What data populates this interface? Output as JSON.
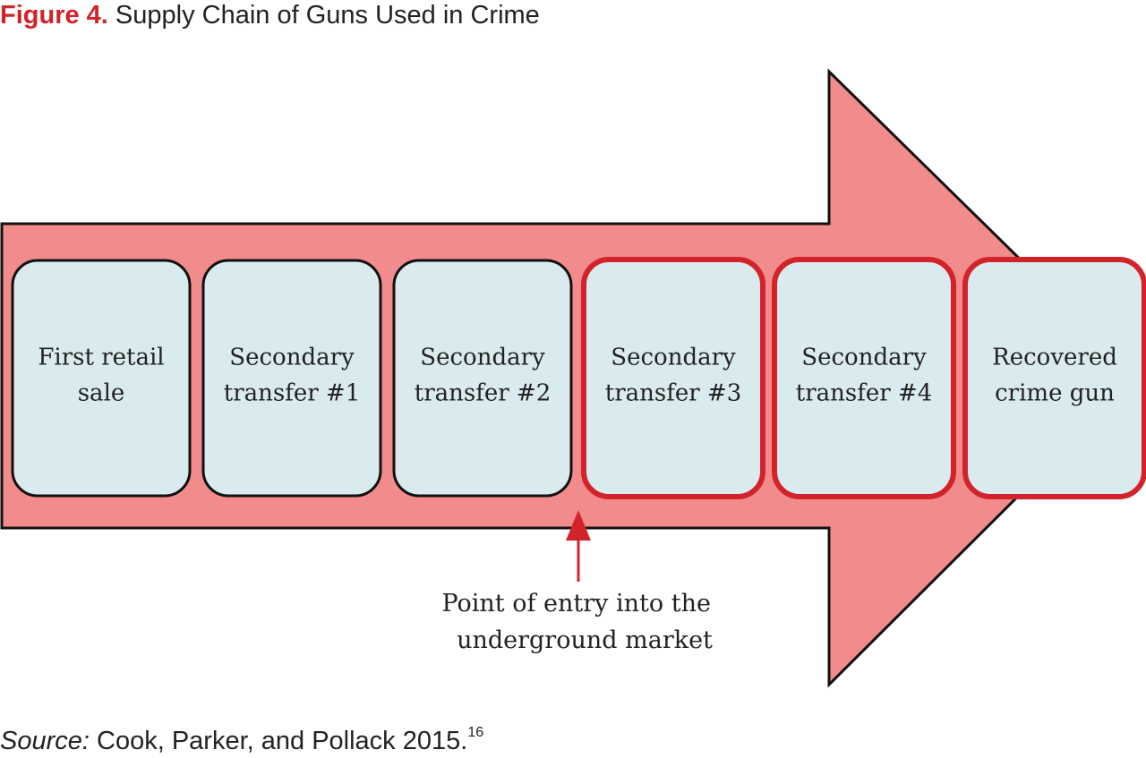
{
  "title": {
    "figure_label": "Figure 4.",
    "text": "Supply Chain of Guns Used in Crime"
  },
  "diagram": {
    "stages": [
      {
        "lines": [
          "First retail",
          "sale"
        ],
        "highlighted": false
      },
      {
        "lines": [
          "Secondary",
          "transfer #1"
        ],
        "highlighted": false
      },
      {
        "lines": [
          "Secondary",
          "transfer #2"
        ],
        "highlighted": false
      },
      {
        "lines": [
          "Secondary",
          "transfer #3"
        ],
        "highlighted": true
      },
      {
        "lines": [
          "Secondary",
          "transfer #4"
        ],
        "highlighted": true
      },
      {
        "lines": [
          "Recovered",
          "crime gun"
        ],
        "highlighted": true
      }
    ],
    "annotation": {
      "lines": [
        "Point of entry into the",
        "underground market"
      ]
    }
  },
  "colors": {
    "arrow_fill": "#f28b8b",
    "box_fill": "#daebef",
    "box_border": "#111111",
    "highlight_border": "#d2232a",
    "accent": "#d2232a",
    "text": "#222222"
  },
  "source": {
    "label": "Source:",
    "text": " Cook, Parker, and Pollack 2015.",
    "note": "16"
  }
}
